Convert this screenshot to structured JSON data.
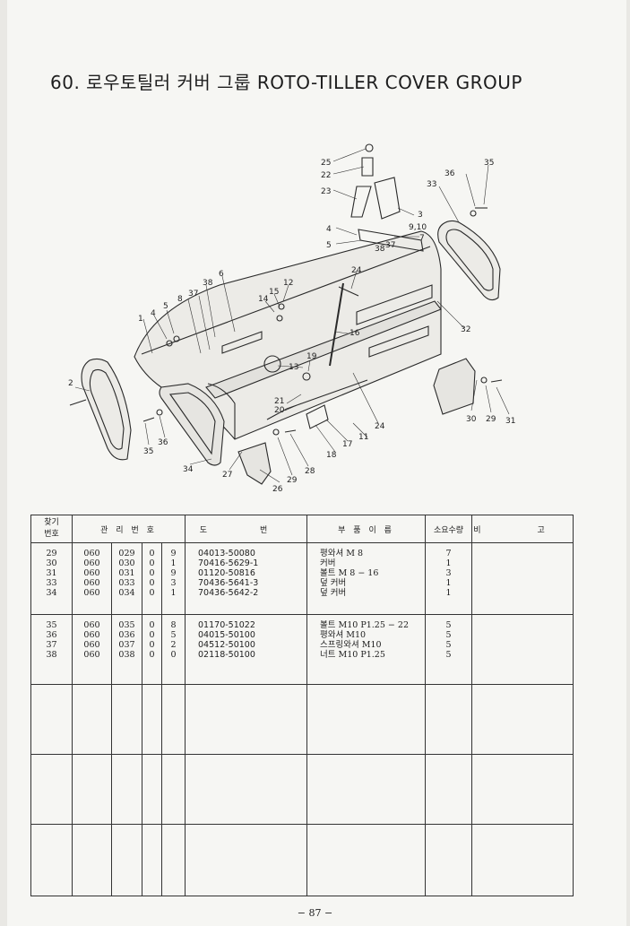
{
  "title": "60. 로우토틸러 커버 그룹 ROTO-TILLER COVER GROUP",
  "callouts": [
    "25",
    "22",
    "23",
    "3",
    "9,10",
    "7",
    "4",
    "5",
    "38",
    "37",
    "35",
    "36",
    "33",
    "24",
    "6",
    "12",
    "15",
    "14",
    "38",
    "37",
    "8",
    "5",
    "4",
    "1",
    "2",
    "13",
    "19",
    "16",
    "32",
    "21",
    "20",
    "11",
    "17",
    "18",
    "24",
    "30",
    "29",
    "31",
    "36",
    "35",
    "34",
    "27",
    "29",
    "28",
    "26"
  ],
  "table": {
    "headers": {
      "ref_no": [
        "찾기",
        "번호"
      ],
      "mgmt_no": "관 리 번 호",
      "drawing_no": "도 번",
      "part_name": "부 품 이 름",
      "qty": "소요수량",
      "remarks": "비 고"
    },
    "blocks": [
      {
        "ref": [
          "29",
          "30",
          "31",
          "33",
          "34"
        ],
        "m1": [
          "060",
          "060",
          "060",
          "060",
          "060"
        ],
        "m2": [
          "029",
          "030",
          "031",
          "033",
          "034"
        ],
        "m3": [
          "0",
          "0",
          "0",
          "0",
          "0"
        ],
        "m4": [
          "9",
          "1",
          "9",
          "3",
          "1"
        ],
        "drawing": [
          "04013-50080",
          "70416-5629-1",
          "01120-50816",
          "70436-5641-3",
          "70436-5642-2"
        ],
        "name": [
          "평와셔 M 8",
          "커버",
          "볼트 M 8 − 16",
          "덮 커버",
          "덮 커버"
        ],
        "qty": [
          "7",
          "1",
          "3",
          "1",
          "1"
        ]
      },
      {
        "ref": [
          "35",
          "36",
          "37",
          "38"
        ],
        "m1": [
          "060",
          "060",
          "060",
          "060"
        ],
        "m2": [
          "035",
          "036",
          "037",
          "038"
        ],
        "m3": [
          "0",
          "0",
          "0",
          "0"
        ],
        "m4": [
          "8",
          "5",
          "2",
          "0"
        ],
        "drawing": [
          "01170-51022",
          "04015-50100",
          "04512-50100",
          "02118-50100"
        ],
        "name": [
          "볼트 M10 P1.25 − 22",
          "평와셔 M10",
          "스프링와셔 M10",
          "너트 M10 P1.25"
        ],
        "qty": [
          "5",
          "5",
          "5",
          "5"
        ]
      }
    ]
  },
  "page_number": "− 87 −"
}
